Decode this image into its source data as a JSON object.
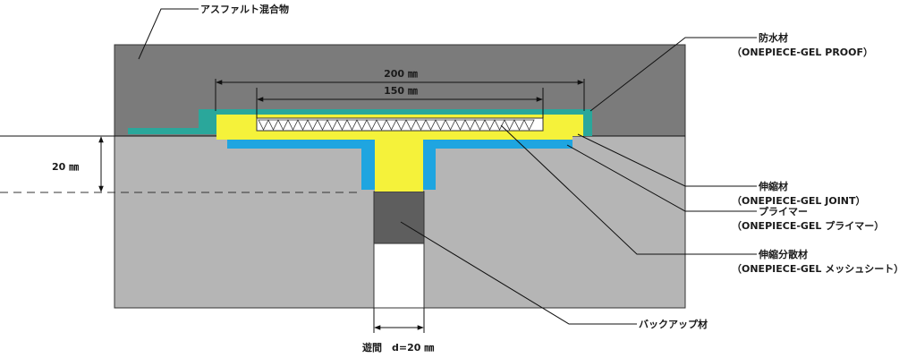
{
  "labels": {
    "asphalt": "アスファルト混合物",
    "waterproof_jp": "防水材",
    "waterproof_en": "（ONEPIECE-GEL PROOF）",
    "joint_jp": "伸縮材",
    "joint_en": "（ONEPIECE-GEL JOINT）",
    "primer_jp": "プライマー",
    "primer_en": "（ONEPIECE-GEL プライマー）",
    "mesh_jp": "伸縮分散材",
    "mesh_en": "（ONEPIECE-GEL メッシュシート）",
    "backup": "バックアップ材",
    "gap": "遊間　d=20 ㎜"
  },
  "dimensions": {
    "width_outer": "200 ㎜",
    "width_inner": "150 ㎜",
    "depth": "20 ㎜"
  },
  "colors": {
    "asphalt": "#7b7b7b",
    "concrete": "#b5b5b5",
    "waterproof": "#2aa79b",
    "joint": "#f5f23a",
    "primer": "#1fa5e0",
    "backup": "#5e5e5e",
    "gap": "#ffffff"
  }
}
